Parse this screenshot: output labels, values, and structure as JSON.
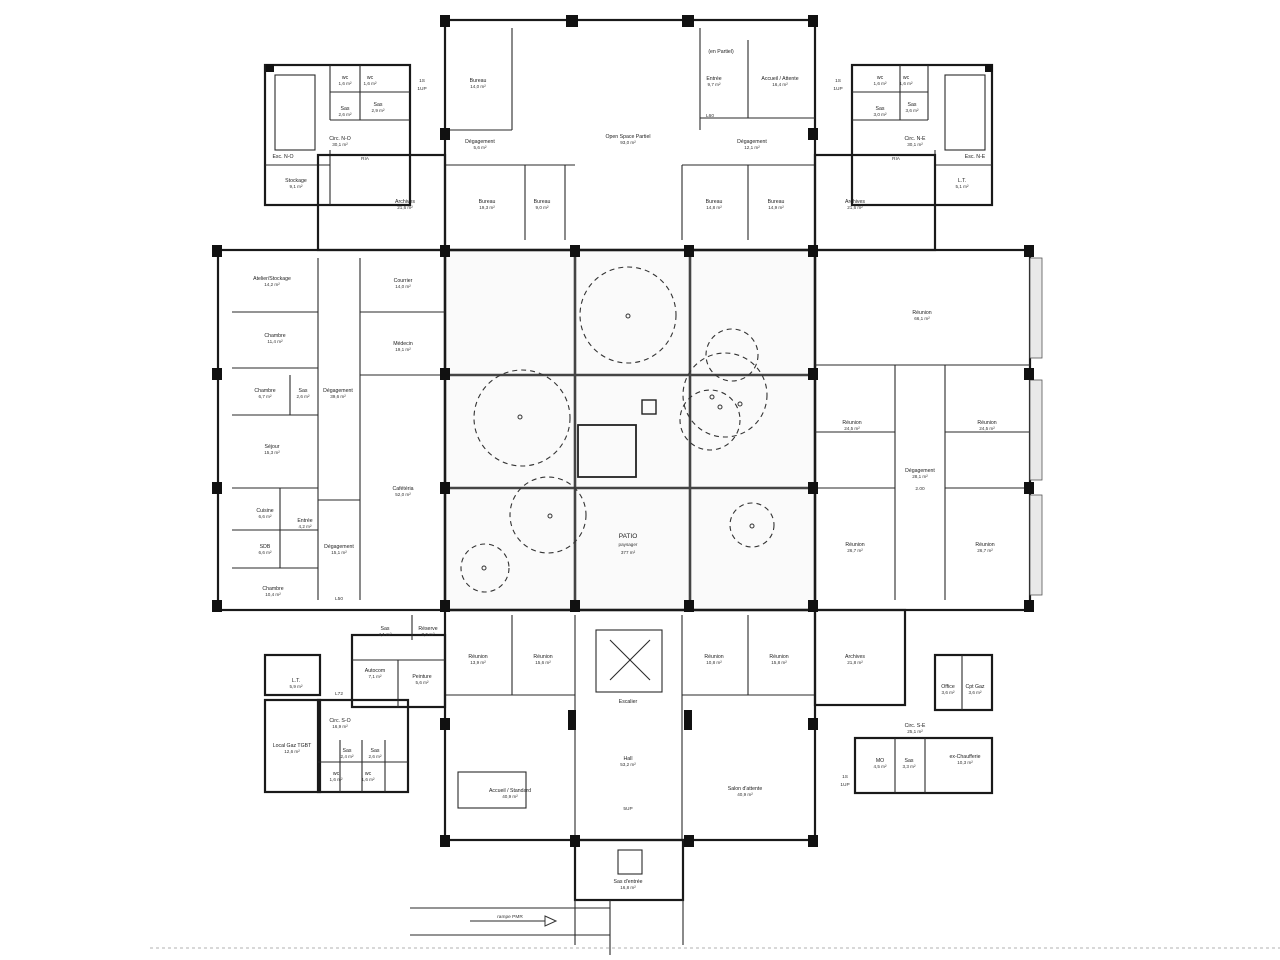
{
  "plan": {
    "patio": {
      "title": "PATIO",
      "subtitle": "paysager",
      "area": "377 m²"
    },
    "ramp_label": "rampe PMR",
    "notes": [
      "1S",
      "1UP",
      "L60",
      "L72",
      "RIA",
      "L50",
      "5UP",
      "2.00"
    ],
    "rooms": [
      {
        "id": "bureau-nw",
        "name": "Bureau",
        "area": "14,0 m²"
      },
      {
        "id": "open-space",
        "name": "Open Space Partiel",
        "area": "93,0 m²"
      },
      {
        "id": "en-partiel",
        "name": "(en Partiel)",
        "area": ""
      },
      {
        "id": "entree-n",
        "name": "Entrée",
        "area": "9,7 m²"
      },
      {
        "id": "accueil-n",
        "name": "Accueil / Attente",
        "area": "16,4 m²"
      },
      {
        "id": "deg-nc",
        "name": "Dégagement",
        "area": "5,6 m²"
      },
      {
        "id": "deg-ne-top",
        "name": "Dégagement",
        "area": "12,1 m²"
      },
      {
        "id": "sas-nw1",
        "name": "Sas",
        "area": "2,6 m²"
      },
      {
        "id": "sas-nw2",
        "name": "Sas",
        "area": "2,9 m²"
      },
      {
        "id": "wc-nw1",
        "name": "wc",
        "area": "1,6 m²"
      },
      {
        "id": "wc-nw2",
        "name": "wc",
        "area": "1,6 m²"
      },
      {
        "id": "circ-no",
        "name": "Circ. N-O",
        "area": "30,1 m²"
      },
      {
        "id": "esc-no",
        "name": "Esc. N-O",
        "area": ""
      },
      {
        "id": "stockage",
        "name": "Stockage",
        "area": "9,1 m²"
      },
      {
        "id": "archives-nw",
        "name": "Archives",
        "area": "21,6 m²"
      },
      {
        "id": "bureau-n1",
        "name": "Bureau",
        "area": "19,3 m²"
      },
      {
        "id": "bureau-n2",
        "name": "Bureau",
        "area": "9,0 m²"
      },
      {
        "id": "bureau-n3",
        "name": "Bureau",
        "area": "14,8 m²"
      },
      {
        "id": "bureau-n4",
        "name": "Bureau",
        "area": "14,9 m²"
      },
      {
        "id": "archives-ne",
        "name": "Archives",
        "area": "21,6 m²"
      },
      {
        "id": "sas-ne1",
        "name": "Sas",
        "area": "3,0 m²"
      },
      {
        "id": "sas-ne2",
        "name": "Sas",
        "area": "3,6 m²"
      },
      {
        "id": "wc-ne1",
        "name": "wc",
        "area": "1,6 m²"
      },
      {
        "id": "wc-ne2",
        "name": "wc",
        "area": "1,6 m²"
      },
      {
        "id": "circ-ne",
        "name": "Circ. N-E",
        "area": "30,1 m²"
      },
      {
        "id": "esc-ne",
        "name": "Esc. N-E",
        "area": ""
      },
      {
        "id": "lt-ne",
        "name": "L.T.",
        "area": "5,1 m²"
      },
      {
        "id": "atelier",
        "name": "Atelier/Stockage",
        "area": "14,2 m²"
      },
      {
        "id": "courrier",
        "name": "Courrier",
        "area": "14,0 m²"
      },
      {
        "id": "chambre1",
        "name": "Chambre",
        "area": "11,4 m²"
      },
      {
        "id": "medecin",
        "name": "Médecin",
        "area": "19,1 m²"
      },
      {
        "id": "chambre2",
        "name": "Chambre",
        "area": "6,7 m²"
      },
      {
        "id": "sas-w",
        "name": "Sas",
        "area": "2,6 m²"
      },
      {
        "id": "deg-w1",
        "name": "Dégagement",
        "area": "39,6 m²"
      },
      {
        "id": "sejour",
        "name": "Séjour",
        "area": "15,3 m²"
      },
      {
        "id": "cafeteria",
        "name": "Cafétéria",
        "area": "52,0 m²"
      },
      {
        "id": "cuisine",
        "name": "Cuisine",
        "area": "6,6 m²"
      },
      {
        "id": "entree-w",
        "name": "Entrée",
        "area": "4,2 m²"
      },
      {
        "id": "sdb",
        "name": "SDB",
        "area": "6,6 m²"
      },
      {
        "id": "deg-w2",
        "name": "Dégagement",
        "area": "15,1 m²"
      },
      {
        "id": "chambre3",
        "name": "Chambre",
        "area": "10,4 m²"
      },
      {
        "id": "reunion-ne",
        "name": "Réunion",
        "area": "66,1 m²"
      },
      {
        "id": "reunion-e1",
        "name": "Réunion",
        "area": "24,5 m²"
      },
      {
        "id": "reunion-e2",
        "name": "Réunion",
        "area": "24,5 m²"
      },
      {
        "id": "deg-e",
        "name": "Dégagement",
        "area": "28,1 m²"
      },
      {
        "id": "reunion-e3",
        "name": "Réunion",
        "area": "26,7 m²"
      },
      {
        "id": "reunion-e4",
        "name": "Réunion",
        "area": "26,7 m²"
      },
      {
        "id": "sas-sw",
        "name": "Sas",
        "area": "4,1 m²"
      },
      {
        "id": "reserve",
        "name": "Réserve",
        "area": "3,6 m²"
      },
      {
        "id": "lt-sw",
        "name": "L.T.",
        "area": "5,9 m²"
      },
      {
        "id": "autocom",
        "name": "Autocom",
        "area": "7,1 m²"
      },
      {
        "id": "peinture",
        "name": "Peinture",
        "area": "5,6 m²"
      },
      {
        "id": "local-gaz",
        "name": "Local Gaz TGBT",
        "area": "12,6 m²"
      },
      {
        "id": "circ-so",
        "name": "Circ. S-O",
        "area": "16,9 m²"
      },
      {
        "id": "sas-sw1",
        "name": "Sas",
        "area": "2,4 m²"
      },
      {
        "id": "sas-sw2",
        "name": "Sas",
        "area": "2,6 m²"
      },
      {
        "id": "wc-sw1",
        "name": "wc",
        "area": "1,6 m²"
      },
      {
        "id": "wc-sw2",
        "name": "wc",
        "area": "1,6 m²"
      },
      {
        "id": "reunion-s1",
        "name": "Réunion",
        "area": "13,9 m²"
      },
      {
        "id": "reunion-s2",
        "name": "Réunion",
        "area": "15,6 m²"
      },
      {
        "id": "reunion-s3",
        "name": "Réunion",
        "area": "10,8 m²"
      },
      {
        "id": "reunion-s4",
        "name": "Réunion",
        "area": "15,8 m²"
      },
      {
        "id": "escalier",
        "name": "Escalier",
        "area": ""
      },
      {
        "id": "archives-se",
        "name": "Archives",
        "area": "21,8 m²"
      },
      {
        "id": "office",
        "name": "Office",
        "area": "3,6 m²"
      },
      {
        "id": "cpt-gaz",
        "name": "Cpt Gaz",
        "area": "3,6 m²"
      },
      {
        "id": "circ-se",
        "name": "Circ. S-E",
        "area": "25,1 m²"
      },
      {
        "id": "mo",
        "name": "MO",
        "area": "4,5 m²"
      },
      {
        "id": "sas-se",
        "name": "Sas",
        "area": "3,3 m²"
      },
      {
        "id": "chaufferie",
        "name": "ex-Chaufferie",
        "area": "10,3 m²"
      },
      {
        "id": "accueil-s",
        "name": "Accueil / Standard",
        "area": "40,9 m²"
      },
      {
        "id": "hall",
        "name": "Hall",
        "area": "53,2 m²"
      },
      {
        "id": "salon",
        "name": "Salon d'attente",
        "area": "40,9 m²"
      },
      {
        "id": "sas-entree",
        "name": "Sas d'entrée",
        "area": "16,8 m²"
      }
    ]
  }
}
